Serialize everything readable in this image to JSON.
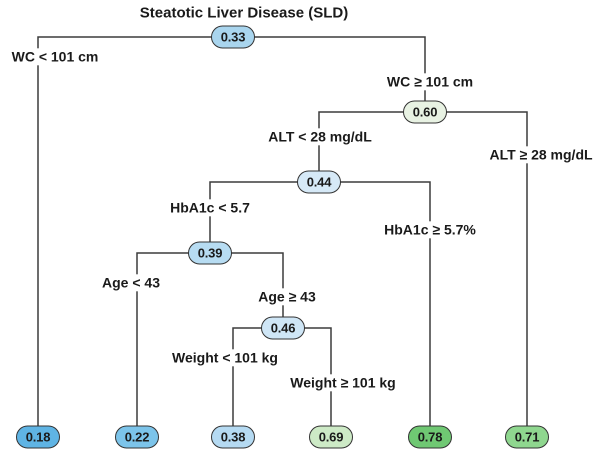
{
  "title": "Steatotic Liver Disease (SLD)",
  "style": {
    "node_outline_color": "#333333",
    "connector_color": "#3c3c3c",
    "background": "#ffffff"
  },
  "nodes": {
    "root": {
      "value": "0.33",
      "color": "#a9d5ee"
    },
    "wc_ge": {
      "value": "0.60",
      "color": "#e8f2e3"
    },
    "alt_lt": {
      "value": "0.44",
      "color": "#d6e9f7"
    },
    "hba1c_lt": {
      "value": "0.39",
      "color": "#b7dcf2"
    },
    "age_ge": {
      "value": "0.46",
      "color": "#cfe6f6"
    },
    "leaf_wc_lt": {
      "value": "0.18",
      "color": "#5fb4e4"
    },
    "leaf_age_lt": {
      "value": "0.22",
      "color": "#7cc4ea"
    },
    "leaf_weight_lt": {
      "value": "0.38",
      "color": "#b5daf2"
    },
    "leaf_weight_ge": {
      "value": "0.69",
      "color": "#cdeac6"
    },
    "leaf_hba1c_ge": {
      "value": "0.78",
      "color": "#6fc873"
    },
    "leaf_alt_ge": {
      "value": "0.71",
      "color": "#8fd78f"
    }
  },
  "branch_labels": {
    "wc_lt": "WC < 101 cm",
    "wc_ge": "WC ≥ 101 cm",
    "alt_lt": "ALT < 28 mg/dL",
    "alt_ge": "ALT ≥ 28 mg/dL",
    "hba1c_lt": "HbA1c < 5.7",
    "hba1c_ge": "HbA1c ≥ 5.7%",
    "age_lt": "Age < 43",
    "age_ge": "Age ≥ 43",
    "weight_lt": "Weight < 101 kg",
    "weight_ge": "Weight ≥ 101 kg"
  }
}
